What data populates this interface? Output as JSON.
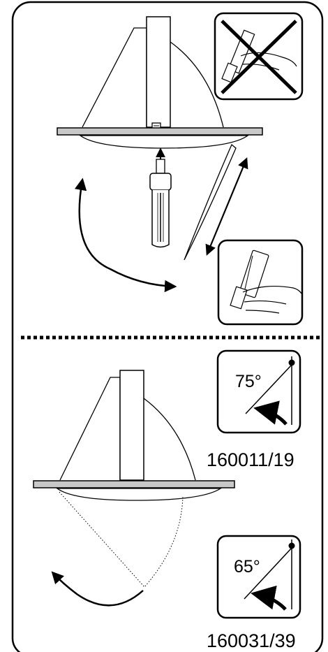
{
  "top_section": {
    "do_not_icon": "crossed-out-hand-holding-lamp-icon",
    "do_icon": "hand-holding-lamp-by-base-icon"
  },
  "bottom_section": {
    "variant_a": {
      "angle": "75°",
      "code": "160011/19"
    },
    "variant_b": {
      "angle": "65°",
      "code": "160031/39"
    }
  },
  "colors": {
    "line": "#000000",
    "panel": "#c8c8c8",
    "background": "#ffffff"
  }
}
